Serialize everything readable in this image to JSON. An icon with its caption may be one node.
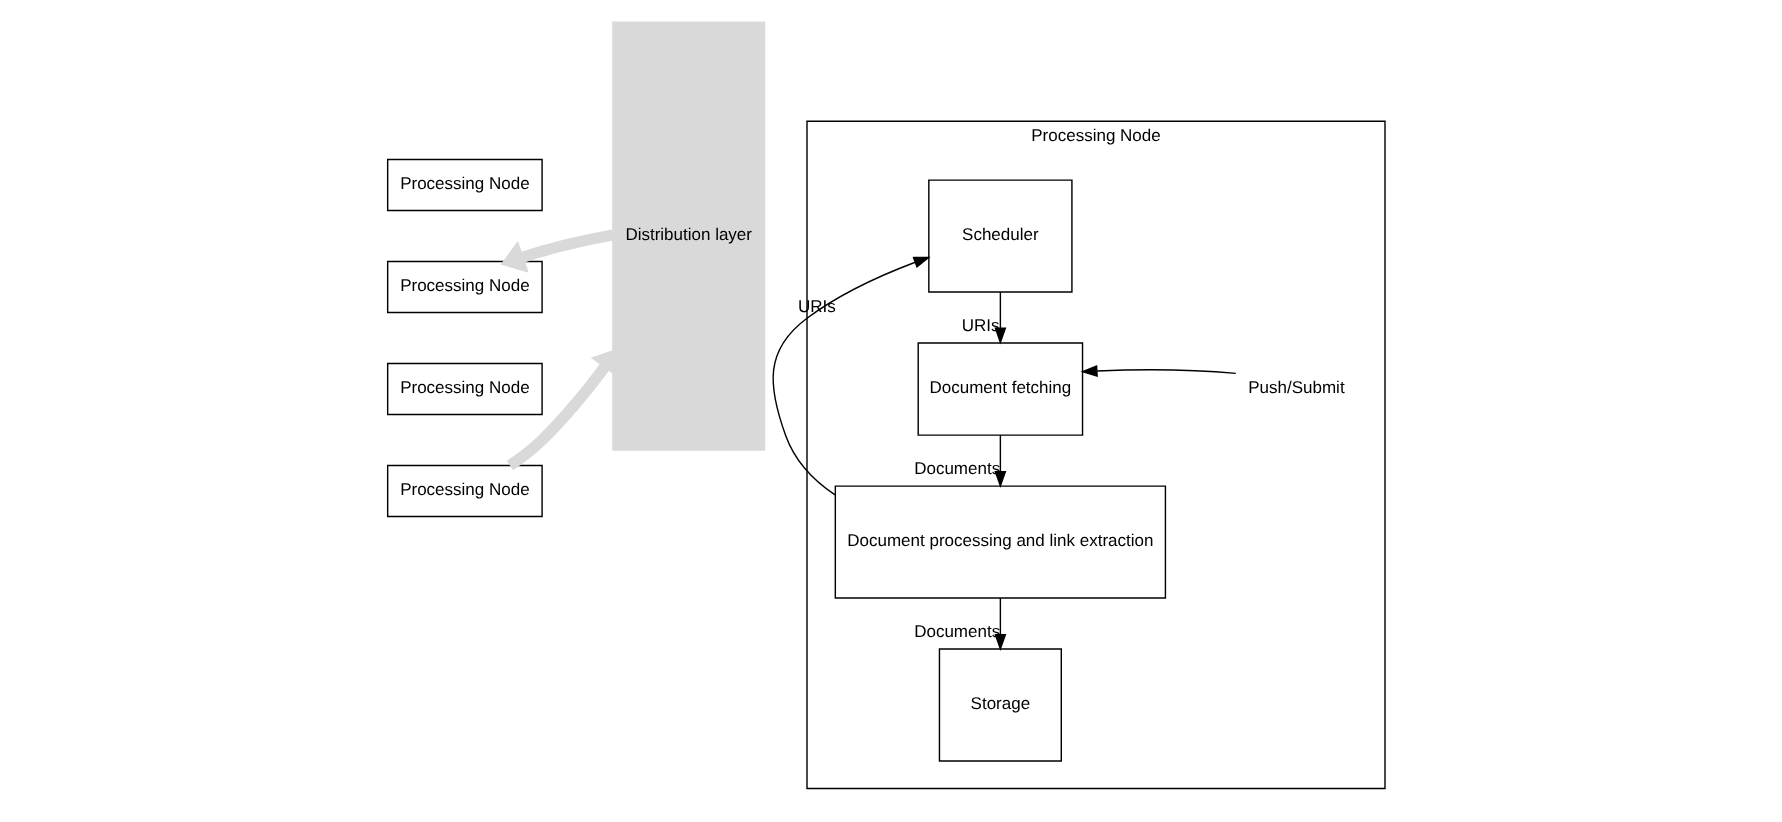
{
  "diagram": {
    "nodes": [
      {
        "text": [
          "Processing Node"
        ]
      },
      {
        "text": [
          "Processing Node"
        ]
      },
      {
        "text": [
          "Processing Node"
        ]
      },
      {
        "text": [
          "Processing Node"
        ]
      },
      {
        "text": [
          "Distribution layer"
        ]
      },
      {
        "text": [
          "Processing Node"
        ]
      },
      {
        "text": [
          "Scheduler"
        ],
        "in": 5
      },
      {
        "text": [
          "Document fetching"
        ],
        "in": 5
      },
      {
        "text": [
          "Push/Submit"
        ],
        "in": 5
      },
      {
        "text": [
          "Document processing and link extraction"
        ],
        "in": 5
      },
      {
        "text": [
          "Storage"
        ],
        "in": 5
      }
    ],
    "edges": [
      {
        "from": 4,
        "to": 1,
        "arrow": "to",
        "style": "thick",
        "color": "#d9d9d9"
      },
      {
        "from": 3,
        "to": 4,
        "arrow": "to",
        "style": "thick",
        "color": "#d9d9d9"
      },
      {
        "from": 6,
        "to": 7,
        "arrow": "to",
        "label": "URIs"
      },
      {
        "from": 8,
        "to": 7,
        "arrow": "to"
      },
      {
        "from": 7,
        "to": 9,
        "arrow": "to",
        "label": "Documents"
      },
      {
        "from": 9,
        "to": 6,
        "arrow": "to",
        "label": "URIs"
      },
      {
        "from": 9,
        "to": 10,
        "arrow": "to",
        "label": "Documents"
      }
    ]
  }
}
